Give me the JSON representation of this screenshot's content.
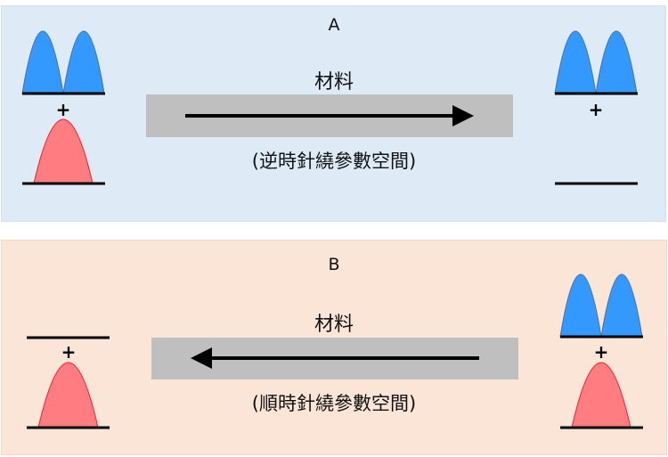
{
  "colors": {
    "panel_a_bg": "#DEEAF6",
    "panel_b_bg": "#FBE5D7",
    "bar_bg": "#BFBFBF",
    "double_peak_fill": "#3399FF",
    "double_peak_stroke": "#4a6f99",
    "single_peak_fill": "#FF7C80",
    "single_peak_stroke": "#E8202A",
    "line": "#000000"
  },
  "panel_a": {
    "letter": "A",
    "material_label": "材料",
    "caption": "(逆時針繞參數空間)",
    "arrow_direction": "right",
    "left_state": {
      "top": "double-peak",
      "operator": "+",
      "bottom": "single-peak"
    },
    "right_state": {
      "top": "double-peak",
      "operator": "+",
      "bottom": "empty"
    }
  },
  "panel_b": {
    "letter": "B",
    "material_label": "材料",
    "caption": "(順時針繞參數空間)",
    "arrow_direction": "left",
    "left_state": {
      "top": "empty",
      "operator": "+",
      "bottom": "single-peak"
    },
    "right_state": {
      "top": "double-peak",
      "operator": "+",
      "bottom": "single-peak"
    }
  }
}
